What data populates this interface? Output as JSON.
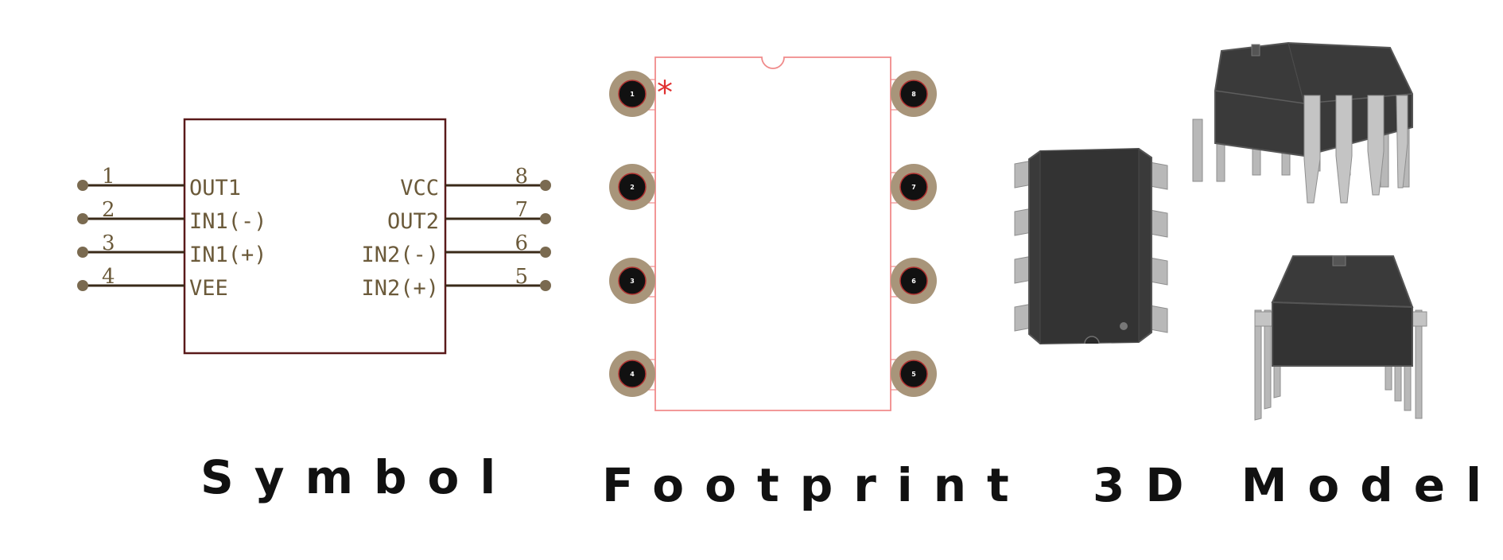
{
  "captions": {
    "symbol": "Symbol",
    "footprint": "Footprint",
    "model": "3D Model"
  },
  "symbol": {
    "left_pins": [
      {
        "number": "1",
        "name": "OUT1"
      },
      {
        "number": "2",
        "name": "IN1(-)"
      },
      {
        "number": "3",
        "name": "IN1(+)"
      },
      {
        "number": "4",
        "name": "VEE"
      }
    ],
    "right_pins": [
      {
        "number": "8",
        "name": "VCC"
      },
      {
        "number": "7",
        "name": "OUT2"
      },
      {
        "number": "6",
        "name": "IN2(-)"
      },
      {
        "number": "5",
        "name": "IN2(+)"
      }
    ]
  },
  "footprint": {
    "pin1_marker": "*",
    "left_pads": [
      "1",
      "2",
      "3",
      "4"
    ],
    "right_pads": [
      "8",
      "7",
      "6",
      "5"
    ]
  },
  "colors": {
    "symbol_outline": "#5a1a1a",
    "symbol_text": "#6b5a3a",
    "pin_line": "#3a2a18",
    "pin_dot": "#7a6a50",
    "footprint_outline": "#f08b8b",
    "pad_ring": "#a8957a",
    "pad_hole": "#111111",
    "pin1_marker": "#e03030",
    "body_dark": "#3a3a3a",
    "body_edge": "#555555",
    "lead_gray": "#b8b8b8"
  }
}
